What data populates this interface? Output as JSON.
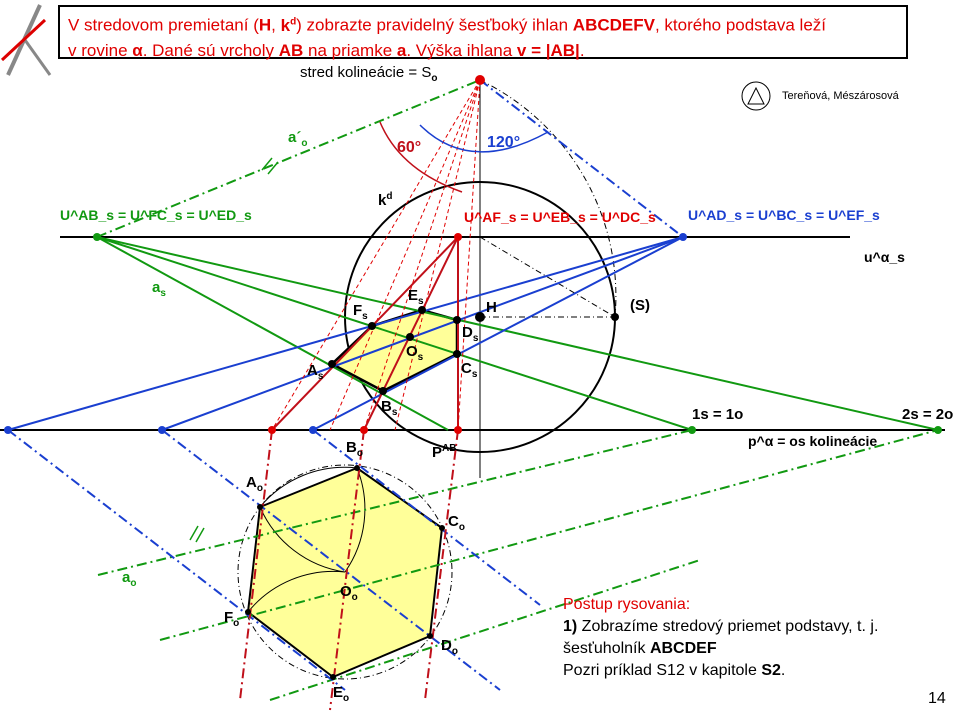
{
  "task": {
    "line1_a": "V stredovom premietaní (",
    "H": "H",
    ", ": ", ",
    "kd": "k",
    "kd_sup": "d",
    "line1_b": ") zobrazte pravidelný šesťboký ihlan ",
    "name": "ABCDEFV",
    "line1_c": ", ktorého podstava leží",
    "line2_a": "v rovine ",
    "alpha": "α",
    "line2_b": ". Dané sú vrcholy ",
    "AB": "AB",
    "line2_c": " na priamke ",
    "a": "a",
    "line2_d": ". Výška ihlana ",
    "v": "v = |AB|",
    "end": "."
  },
  "authors": "Tereňová,  Mészárosová",
  "labels": {
    "center": "stred kolineácie = S",
    "center_sub": "o",
    "a_prime": "a´",
    "a_prime_sub": "o",
    "angle60": "60°",
    "angle120": "120°",
    "kd": "k",
    "kd_sup": "d",
    "u_green": "U^AB_s = U^FC_s = U^ED_s",
    "u_red": "U^AF_s = U^EB_s = U^DC_s",
    "u_blue": "U^AD_s = U^BC_s = U^EF_s",
    "horizon": "u^α_s",
    "as": "a",
    "as_sub": "s",
    "H": "H",
    "S": "(S)",
    "Es": "E",
    "Fs": "F",
    "Ds": "D",
    "Os": "O",
    "As": "A",
    "Cs": "C",
    "Bs": "B",
    "one": "1s = 1o",
    "two": "2s = 2o",
    "axis": "p^α = os kolineácie",
    "PAB": "P",
    "PAB_sup": "AB",
    "Bo": "B",
    "Ao": "A",
    "Co": "C",
    "Oo": "O",
    "Fo": "F",
    "Do": "D",
    "Eo": "E",
    "ao": "a",
    "s": "s",
    "o": "o"
  },
  "steps": {
    "title": "Postup rysovania:",
    "num": "1)",
    "line1": " Zobrazíme stredový priemet podstavy, t. j.",
    "line2a": "šesťuholník ",
    "line2b": "ABCDEF",
    ".": ".",
    "line3a": "Pozri príklad S12 v kapitole ",
    "line3b": "S2",
    "line3c": "."
  },
  "page_number": "14",
  "colors": {
    "red": "#e00000",
    "dark_red": "#c0101a",
    "green": "#119911",
    "blue": "#1a3fd0",
    "fill": "#ffff99"
  }
}
